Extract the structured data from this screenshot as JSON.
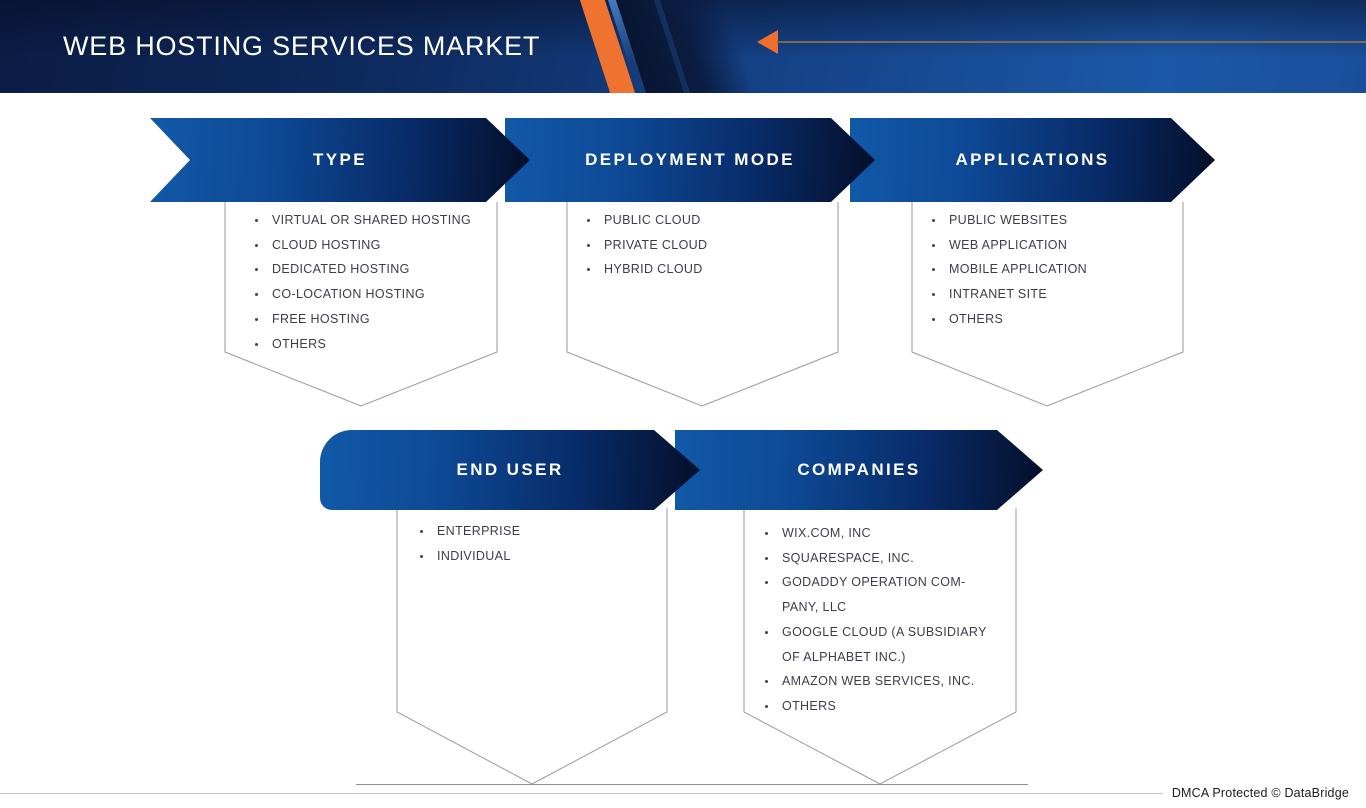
{
  "header": {
    "title": "WEB HOSTING SERVICES MARKET"
  },
  "colors": {
    "accent_orange": "#EF6F2E",
    "banner_blue": "#1159A7",
    "banner_navy": "#05173C",
    "header_blue": "#1C58A8",
    "outline_gray": "#9A9AA0",
    "item_text": "#3D3D49"
  },
  "segments": [
    {
      "label": "TYPE",
      "items": [
        "VIRTUAL OR SHARED HOSTING",
        "CLOUD HOSTING",
        "DEDICATED HOSTING",
        "CO-LOCATION HOSTING",
        "FREE HOSTING",
        "OTHERS"
      ]
    },
    {
      "label": "DEPLOYMENT MODE",
      "items": [
        "PUBLIC CLOUD",
        "PRIVATE CLOUD",
        "HYBRID CLOUD"
      ]
    },
    {
      "label": "APPLICATIONS",
      "items": [
        "PUBLIC WEBSITES",
        "WEB APPLICATION",
        "MOBILE APPLICATION",
        "INTRANET SITE",
        "OTHERS"
      ]
    },
    {
      "label": "END USER",
      "items": [
        "ENTERPRISE",
        "INDIVIDUAL"
      ]
    },
    {
      "label": "COMPANIES",
      "items": [
        "WIX.COM, INC",
        "SQUARESPACE, INC.",
        "GODADDY OPERATION COM-\nPANY, LLC",
        "GOOGLE CLOUD (A SUBSIDIARY\nOF ALPHABET INC.)",
        "AMAZON WEB SERVICES, INC.",
        "OTHERS"
      ]
    }
  ],
  "footer": {
    "dmca": "DMCA Protected © DataBridge"
  }
}
